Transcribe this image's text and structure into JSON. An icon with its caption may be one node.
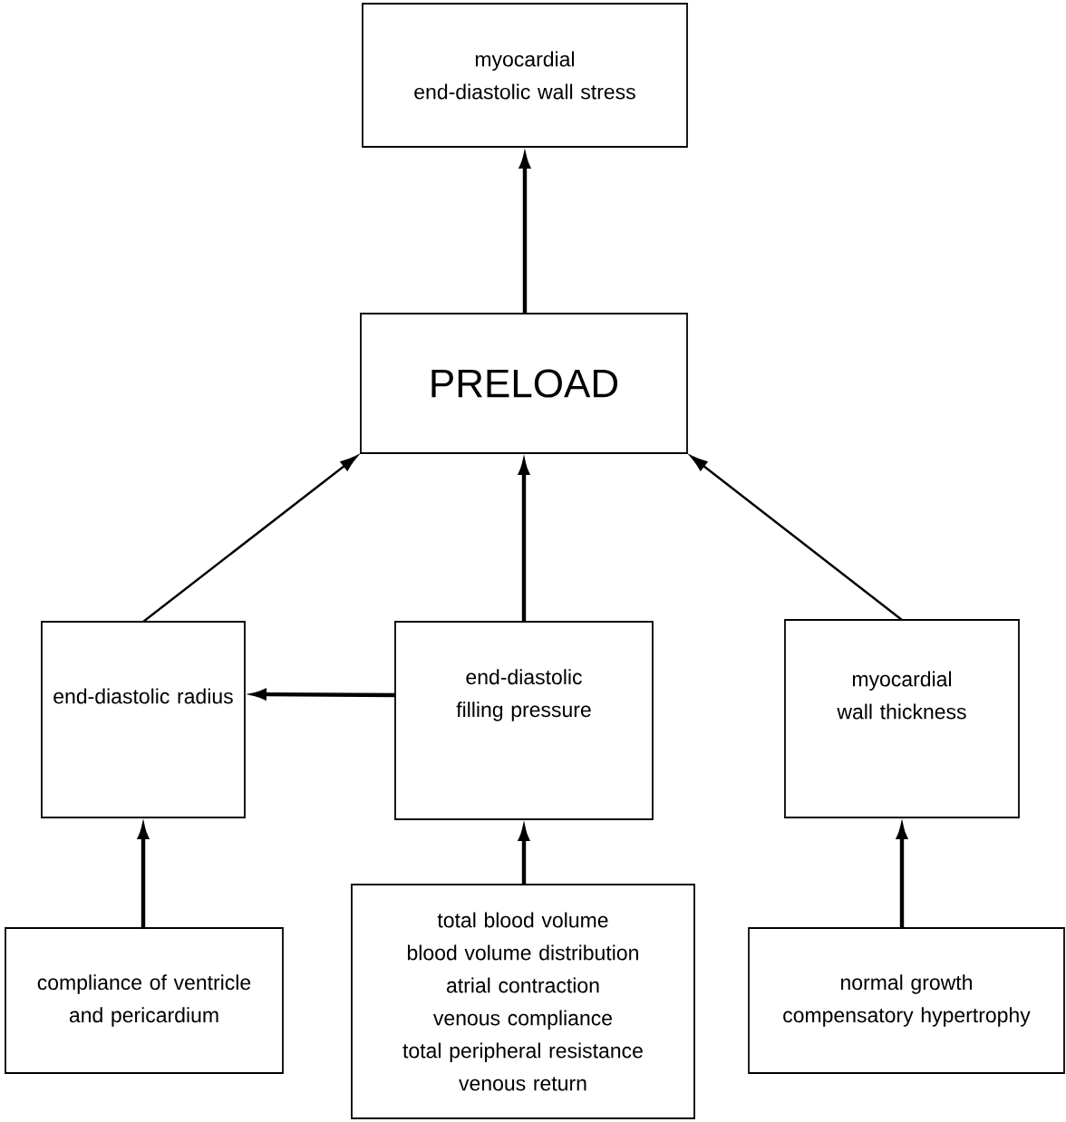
{
  "diagram": {
    "nodes": [
      {
        "text": [
          "myocardial end-diastolic wall stress"
        ]
      },
      {
        "text": [
          "PRELOAD"
        ]
      },
      {
        "text": [
          "end-diastolic radius"
        ]
      },
      {
        "text": [
          "end-diastolic filling pressure"
        ]
      },
      {
        "text": [
          "myocardial wall thickness"
        ]
      },
      {
        "text": [
          "compliance of ventricle and pericardium"
        ]
      },
      {
        "text": [
          "total blood volume",
          "blood volume distribution",
          "atrial contraction",
          "venous compliance",
          "total peripheral resistance",
          "venous return"
        ]
      },
      {
        "text": [
          "normal growth",
          "compensatory hypertrophy"
        ]
      }
    ],
    "edges": [
      {
        "from": 1,
        "to": 0,
        "arrow": "to"
      },
      {
        "from": 2,
        "to": 1,
        "arrow": "to"
      },
      {
        "from": 3,
        "to": 1,
        "arrow": "to"
      },
      {
        "from": 4,
        "to": 1,
        "arrow": "to"
      },
      {
        "from": 3,
        "to": 2,
        "arrow": "to"
      },
      {
        "from": 5,
        "to": 2,
        "arrow": "to"
      },
      {
        "from": 6,
        "to": 3,
        "arrow": "to"
      },
      {
        "from": 7,
        "to": 4,
        "arrow": "to"
      }
    ]
  }
}
